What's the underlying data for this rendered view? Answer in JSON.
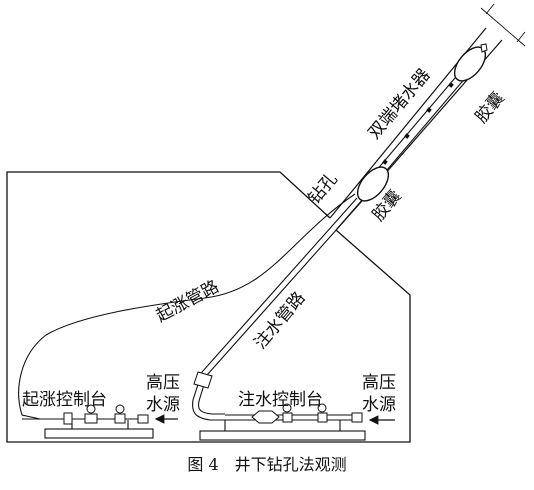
{
  "figure": {
    "labels": {
      "packer": "双端堵水器",
      "capsule_upper": "胶囊",
      "capsule_lower": "胶囊",
      "borehole": "钻孔",
      "inflation_line": "起涨管路",
      "water_line": "注水管路",
      "inflation_console": "起涨控制台",
      "water_console": "注水控制台",
      "hp_water_left": [
        "高压",
        "水源"
      ],
      "hp_water_right": [
        "高压",
        "水源"
      ]
    },
    "caption": "图 4　井下钻孔法观测"
  }
}
